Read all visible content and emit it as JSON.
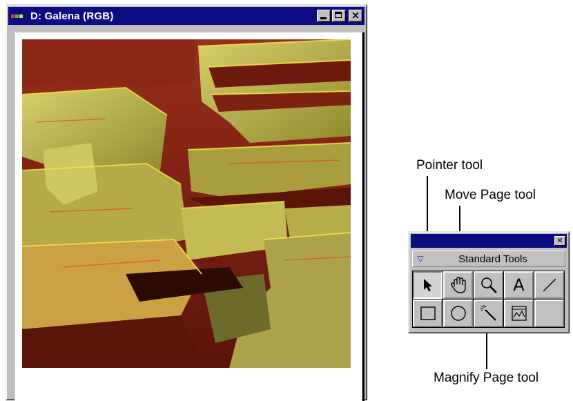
{
  "image_window": {
    "title": "D: Galena (RGB)",
    "buttons": {
      "minimize": "minimize-icon",
      "maximize": "maximize-icon",
      "close": "close-icon"
    }
  },
  "palette": {
    "tool_set": "Standard Tools",
    "tools": [
      {
        "name": "pointer-tool",
        "icon": "arrow-pointer-icon",
        "selected": true
      },
      {
        "name": "move-page-tool",
        "icon": "hand-icon",
        "selected": false
      },
      {
        "name": "magnify-page-tool",
        "icon": "magnifier-icon",
        "selected": false
      },
      {
        "name": "text-tool",
        "icon": "letter-a-icon",
        "glyph": "A",
        "selected": false
      },
      {
        "name": "line-tool",
        "icon": "line-icon",
        "selected": false
      },
      {
        "name": "rectangle-tool",
        "icon": "rectangle-icon",
        "selected": false
      },
      {
        "name": "ellipse-tool",
        "icon": "ellipse-icon",
        "selected": false
      },
      {
        "name": "magic-wand-tool",
        "icon": "magic-wand-icon",
        "selected": false
      },
      {
        "name": "profile-tool",
        "icon": "profile-graph-icon",
        "selected": false
      },
      {
        "name": "empty-slot",
        "icon": "",
        "selected": false
      }
    ]
  },
  "callouts": {
    "pointer": "Pointer tool",
    "move_page": "Move Page tool",
    "magnify_page": "Magnify Page tool"
  },
  "colors": {
    "titlebar": "#0b0c84",
    "chrome": "#c0c0c0",
    "image_dark": "#7a1e12",
    "image_light": "#c9c25a"
  }
}
